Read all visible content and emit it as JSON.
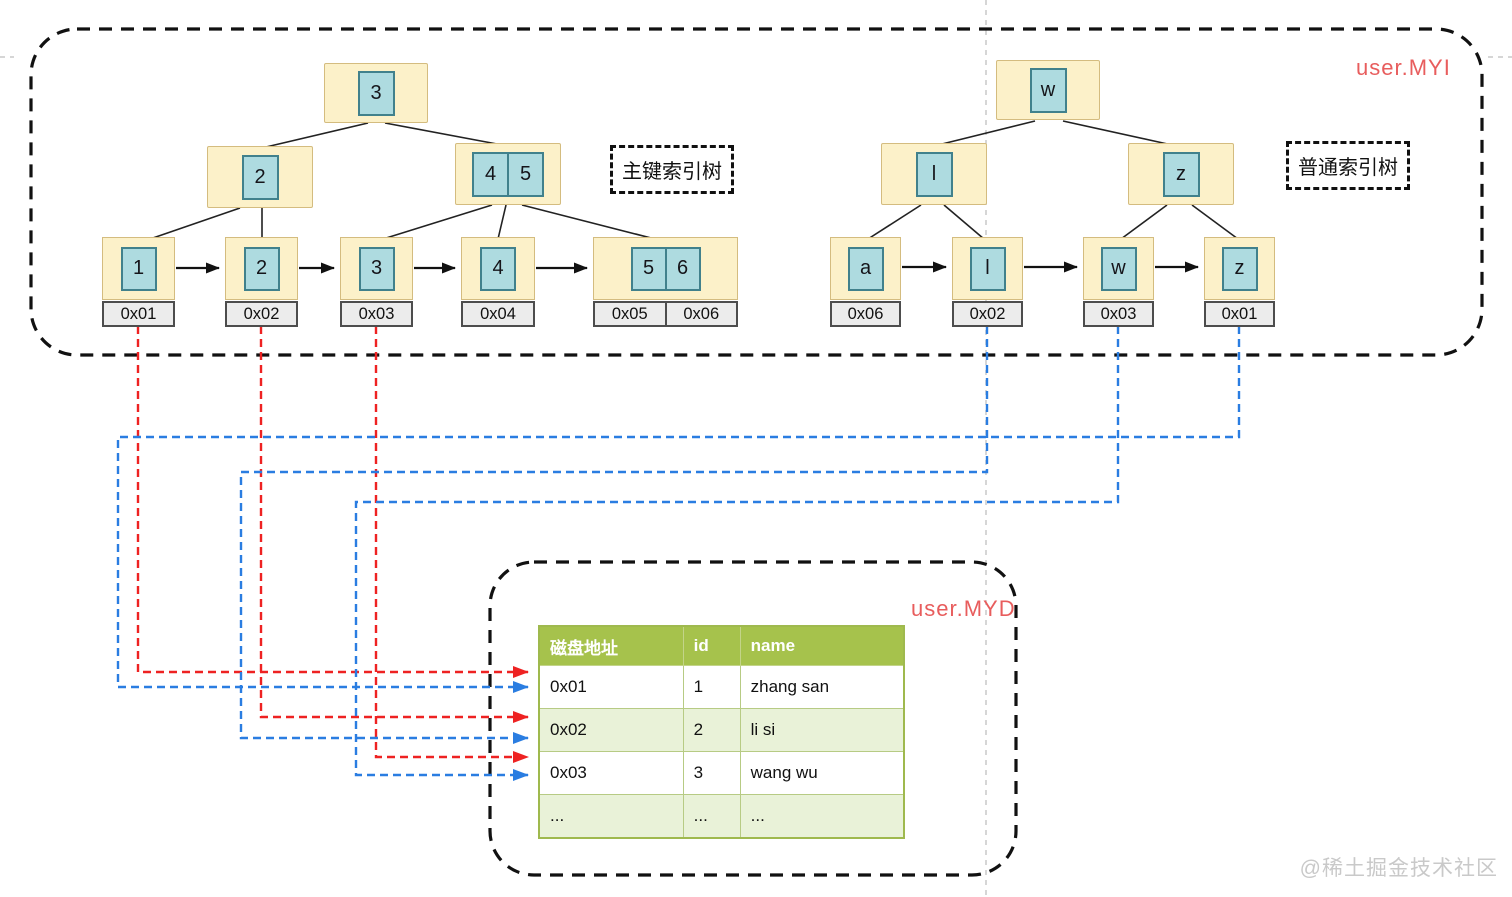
{
  "files": {
    "myi": "user.MYI",
    "myd": "user.MYD"
  },
  "watermark": "@稀土掘金技术社区",
  "primary_tree": {
    "label": "主键索引树",
    "root_keys": [
      "3"
    ],
    "internal": [
      {
        "keys": [
          "2"
        ]
      },
      {
        "keys": [
          "4",
          "5"
        ]
      }
    ],
    "leaves": [
      {
        "keys": [
          "1"
        ],
        "addrs": [
          "0x01"
        ]
      },
      {
        "keys": [
          "2"
        ],
        "addrs": [
          "0x02"
        ]
      },
      {
        "keys": [
          "3"
        ],
        "addrs": [
          "0x03"
        ]
      },
      {
        "keys": [
          "4"
        ],
        "addrs": [
          "0x04"
        ]
      },
      {
        "keys": [
          "5",
          "6"
        ],
        "addrs": [
          "0x05",
          "0x06"
        ]
      }
    ]
  },
  "secondary_tree": {
    "label": "普通索引树",
    "root_keys": [
      "w"
    ],
    "internal": [
      {
        "keys": [
          "l"
        ]
      },
      {
        "keys": [
          "z"
        ]
      }
    ],
    "leaves": [
      {
        "keys": [
          "a"
        ],
        "addrs": [
          "0x06"
        ]
      },
      {
        "keys": [
          "l"
        ],
        "addrs": [
          "0x02"
        ]
      },
      {
        "keys": [
          "w"
        ],
        "addrs": [
          "0x03"
        ]
      },
      {
        "keys": [
          "z"
        ],
        "addrs": [
          "0x01"
        ]
      }
    ]
  },
  "table": {
    "headers": [
      "磁盘地址",
      "id",
      "name"
    ],
    "rows": [
      [
        "0x01",
        "1",
        "zhang san"
      ],
      [
        "0x02",
        "2",
        "li si"
      ],
      [
        "0x03",
        "3",
        "wang wu"
      ],
      [
        "...",
        "...",
        "..."
      ]
    ]
  },
  "colors": {
    "red_accent": "#ee2222",
    "blue_accent": "#2a7de1",
    "node_fill": "#fcf1c9",
    "node_border": "#d4bc7f",
    "cell_fill": "#aedbe0",
    "cell_border": "#41818c",
    "addr_fill": "#ececec",
    "addr_border": "#4d4d4d",
    "table_header": "#a6c24c",
    "table_row_alt": "#e9f2d8",
    "table_border": "#9fb94e",
    "salmon": "#e85d5d",
    "guide": "#c9c9c9"
  }
}
